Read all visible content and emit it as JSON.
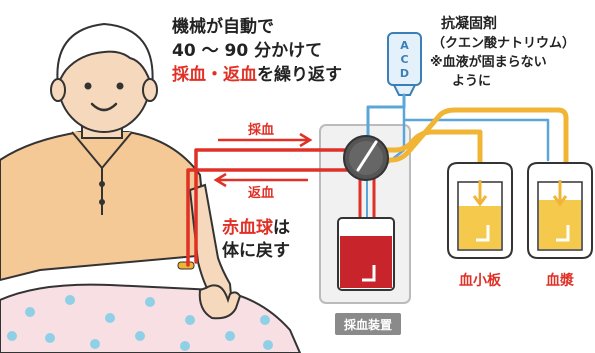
{
  "headline": {
    "line1": "機械が自動で",
    "line2": "40 〜 90 分かけて",
    "line3_red": "採血・返血",
    "line3_black": "を繰り返す"
  },
  "anticoagulant": {
    "line1": "抗凝固剤",
    "line2": "（クエン酸ナトリウム）",
    "line3": "※血液が固まらない",
    "line4": "ように",
    "bag_label_chars": [
      "A",
      "C",
      "D"
    ]
  },
  "flow_labels": {
    "draw": "採血",
    "return": "返血"
  },
  "rbc_note": {
    "red": "赤血球",
    "suffix": "は",
    "line2": "体に戻す"
  },
  "device_label": "採血装置",
  "containers": {
    "platelets": "血小板",
    "plasma": "血漿"
  },
  "colors": {
    "red": "#e03127",
    "blood_dark": "#c8242c",
    "yellow_line": "#f2b434",
    "plasma_fill": "#f4c94c",
    "blue_line": "#5aa6d9",
    "skin": "#f6d9bd",
    "shirt": "#f5c995",
    "outline": "#333333",
    "device_bg": "#f1f1f1",
    "label_bg": "#8a8a8a"
  }
}
